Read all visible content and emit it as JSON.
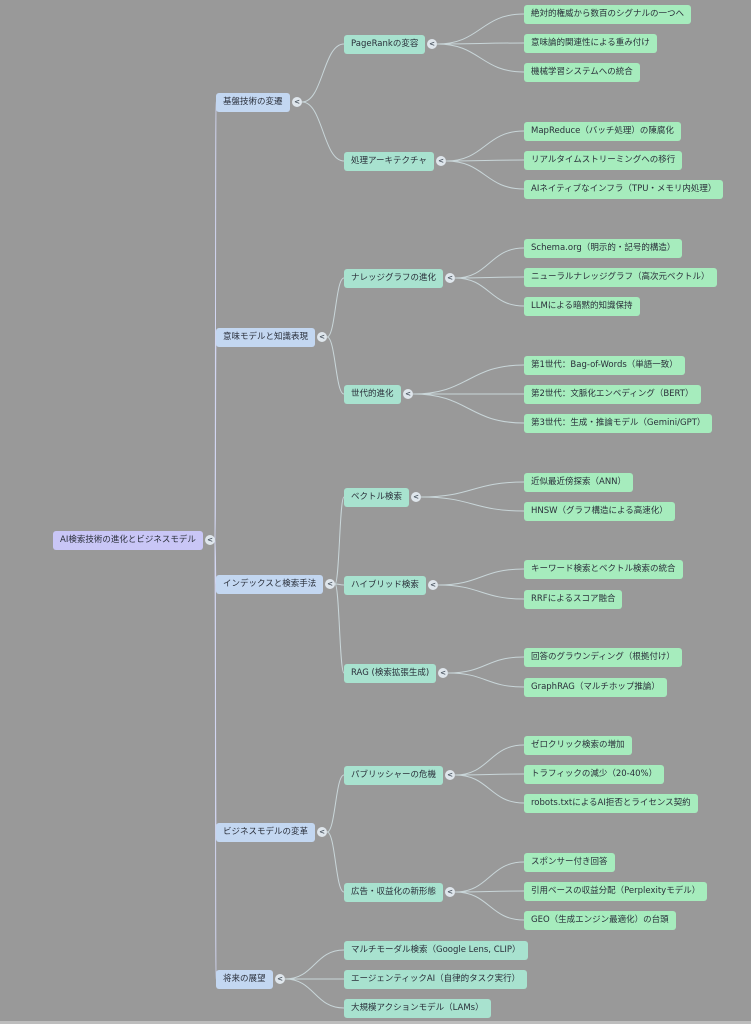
{
  "mindmap": {
    "toggle_glyph": "<",
    "colors": {
      "background": "#999999",
      "root": "#c9c6f6",
      "level1": "#c3d7f1",
      "level2": "#a8e2cf",
      "level3": "#a6ecbd",
      "edge": "#c9d6d9"
    },
    "root": {
      "label": "AI検索技術の進化とビジネスモデル",
      "children": [
        {
          "label": "基盤技術の変遷",
          "children": [
            {
              "label": "PageRankの変容",
              "children": [
                {
                  "label": "絶対的権威から数百のシグナルの一つへ"
                },
                {
                  "label": "意味論的関連性による重み付け"
                },
                {
                  "label": "機械学習システムへの統合"
                }
              ]
            },
            {
              "label": "処理アーキテクチャ",
              "children": [
                {
                  "label": "MapReduce（バッチ処理）の陳腐化"
                },
                {
                  "label": "リアルタイムストリーミングへの移行"
                },
                {
                  "label": "AIネイティブなインフラ（TPU・メモリ内処理）"
                }
              ]
            }
          ]
        },
        {
          "label": "意味モデルと知識表現",
          "children": [
            {
              "label": "ナレッジグラフの進化",
              "children": [
                {
                  "label": "Schema.org（明示的・記号的構造）"
                },
                {
                  "label": "ニューラルナレッジグラフ（高次元ベクトル）"
                },
                {
                  "label": "LLMによる暗黙的知識保持"
                }
              ]
            },
            {
              "label": "世代的進化",
              "children": [
                {
                  "label": "第1世代：Bag-of-Words（単語一致）"
                },
                {
                  "label": "第2世代：文脈化エンベディング（BERT）"
                },
                {
                  "label": "第3世代：生成・推論モデル（Gemini/GPT）"
                }
              ]
            }
          ]
        },
        {
          "label": "インデックスと検索手法",
          "children": [
            {
              "label": "ベクトル検索",
              "children": [
                {
                  "label": "近似最近傍探索（ANN）"
                },
                {
                  "label": "HNSW（グラフ構造による高速化）"
                }
              ]
            },
            {
              "label": "ハイブリッド検索",
              "children": [
                {
                  "label": "キーワード検索とベクトル検索の統合"
                },
                {
                  "label": "RRFによるスコア融合"
                }
              ]
            },
            {
              "label": "RAG (検索拡張生成)",
              "children": [
                {
                  "label": "回答のグラウンディング（根拠付け）"
                },
                {
                  "label": "GraphRAG（マルチホップ推論）"
                }
              ]
            }
          ]
        },
        {
          "label": "ビジネスモデルの変革",
          "children": [
            {
              "label": "パブリッシャーの危機",
              "children": [
                {
                  "label": "ゼロクリック検索の増加"
                },
                {
                  "label": "トラフィックの減少（20-40%）"
                },
                {
                  "label": "robots.txtによるAI拒否とライセンス契約"
                }
              ]
            },
            {
              "label": "広告・収益化の新形態",
              "children": [
                {
                  "label": "スポンサー付き回答"
                },
                {
                  "label": "引用ベースの収益分配（Perplexityモデル）"
                },
                {
                  "label": "GEO（生成エンジン最適化）の台頭"
                }
              ]
            }
          ]
        },
        {
          "label": "将来の展望",
          "children": [
            {
              "label": "マルチモーダル検索（Google Lens, CLIP）"
            },
            {
              "label": "エージェンティックAI（自律的タスク実行）"
            },
            {
              "label": "大規模アクションモデル（LAMs）"
            }
          ]
        }
      ]
    }
  }
}
